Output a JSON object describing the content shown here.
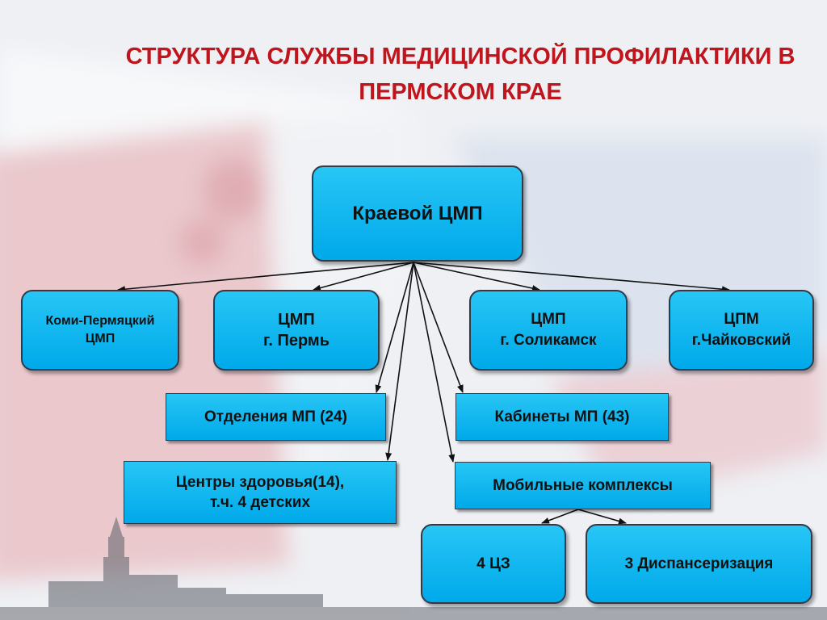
{
  "title": {
    "line1": "СТРУКТУРА СЛУЖБЫ МЕДИЦИНСКОЙ ПРОФИЛАКТИКИ В",
    "line2": "ПЕРМСКОМ КРАЕ"
  },
  "nodes": {
    "root": {
      "lines": [
        "Краевой ЦМП"
      ]
    },
    "komi": {
      "lines": [
        "Коми-Пермяцкий",
        "ЦМП"
      ]
    },
    "perm": {
      "lines": [
        "ЦМП",
        "г. Пермь"
      ]
    },
    "solikamsk": {
      "lines": [
        "ЦМП",
        "г. Соликамск"
      ]
    },
    "chaykovsky": {
      "lines": [
        "ЦПМ",
        "г.Чайковский"
      ]
    },
    "otdeleniya": {
      "lines": [
        "Отделения МП (24)"
      ]
    },
    "kabinety": {
      "lines": [
        "Кабинеты МП (43)"
      ]
    },
    "centry": {
      "lines": [
        "Центры здоровья(14),",
        "т.ч. 4 детских"
      ]
    },
    "mobilnye": {
      "lines": [
        "Мобильные комплексы"
      ]
    },
    "cz4": {
      "lines": [
        "4 ЦЗ"
      ]
    },
    "disp3": {
      "lines": [
        "3 Диспансеризация"
      ]
    }
  },
  "colors": {
    "title": "#c0151c",
    "box": "#12b6ef"
  }
}
